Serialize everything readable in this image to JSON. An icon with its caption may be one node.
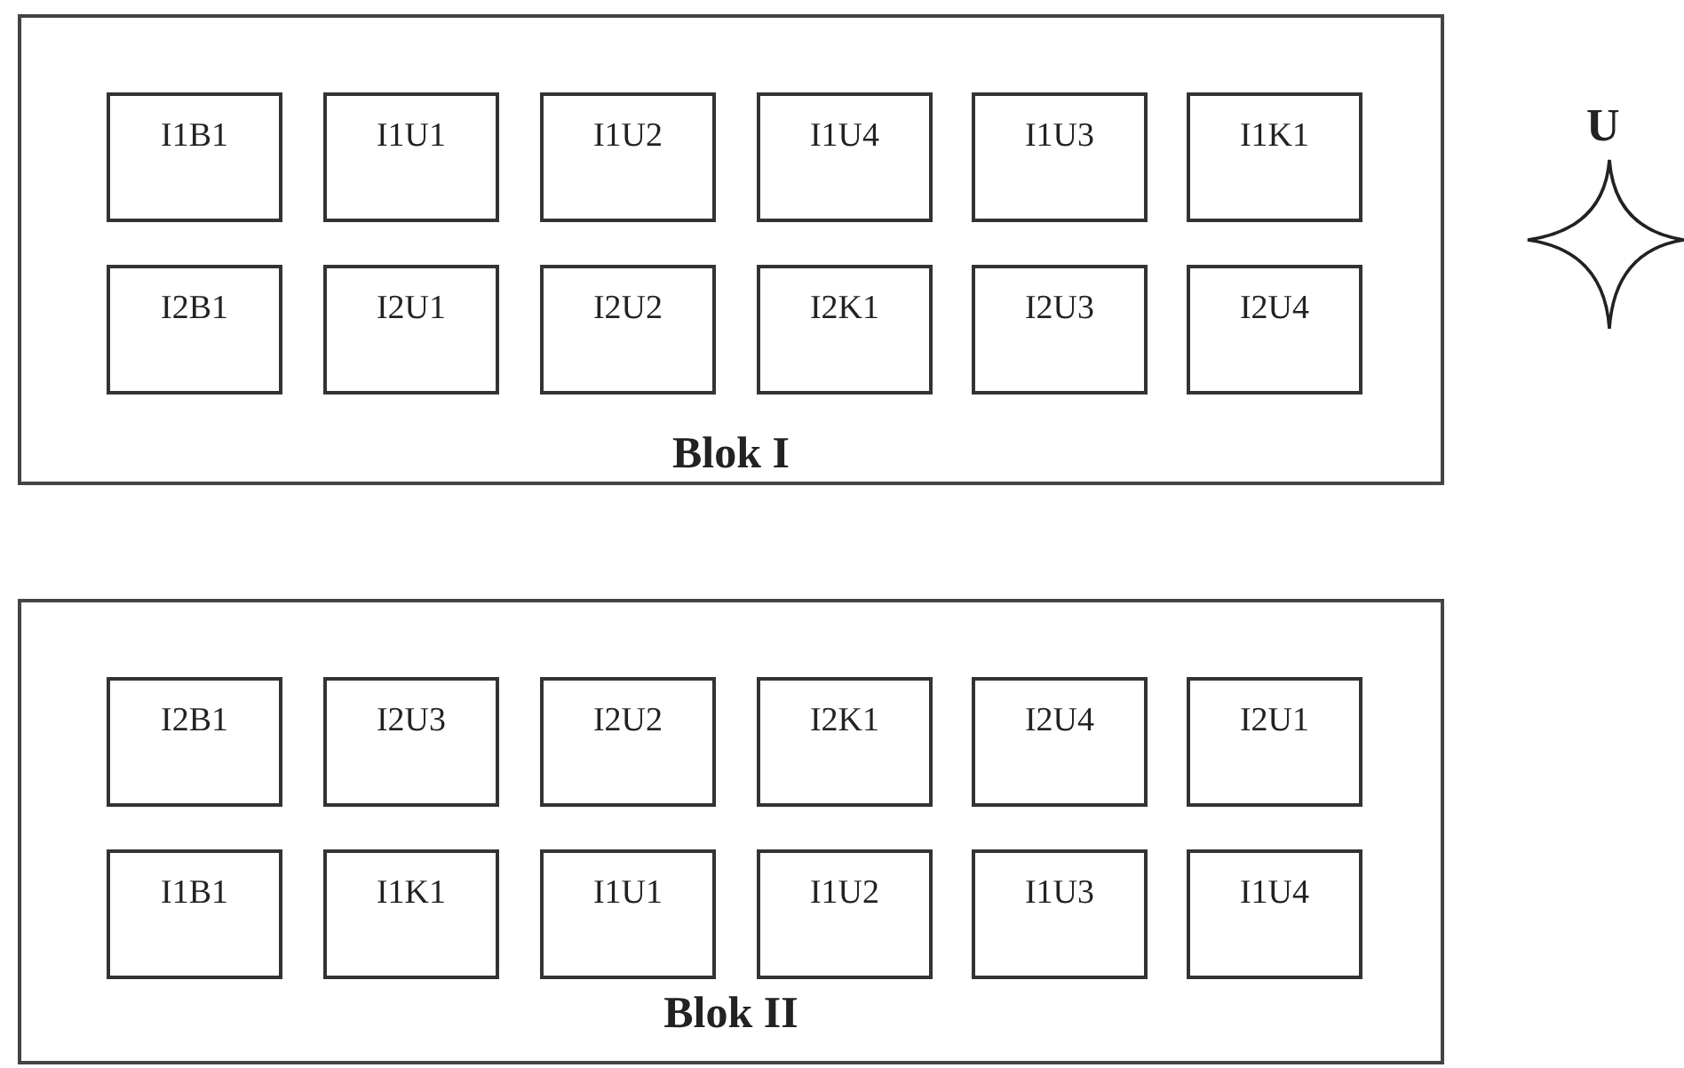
{
  "diagram": {
    "nodes": [
      {
        "text": [
          "Blok I"
        ]
      },
      {
        "text": [
          "I1B1"
        ],
        "in": 0
      },
      {
        "text": [
          "I1U1"
        ],
        "in": 0
      },
      {
        "text": [
          "I1U2"
        ],
        "in": 0
      },
      {
        "text": [
          "I1U4"
        ],
        "in": 0
      },
      {
        "text": [
          "I1U3"
        ],
        "in": 0
      },
      {
        "text": [
          "I1K1"
        ],
        "in": 0
      },
      {
        "text": [
          "I2B1"
        ],
        "in": 0
      },
      {
        "text": [
          "I2U1"
        ],
        "in": 0
      },
      {
        "text": [
          "I2U2"
        ],
        "in": 0
      },
      {
        "text": [
          "I2K1"
        ],
        "in": 0
      },
      {
        "text": [
          "I2U3"
        ],
        "in": 0
      },
      {
        "text": [
          "I2U4"
        ],
        "in": 0
      },
      {
        "text": [
          "Blok II"
        ]
      },
      {
        "text": [
          "I2B1"
        ],
        "in": 13
      },
      {
        "text": [
          "I2U3"
        ],
        "in": 13
      },
      {
        "text": [
          "I2U2"
        ],
        "in": 13
      },
      {
        "text": [
          "I2K1"
        ],
        "in": 13
      },
      {
        "text": [
          "I2U4"
        ],
        "in": 13
      },
      {
        "text": [
          "I2U1"
        ],
        "in": 13
      },
      {
        "text": [
          "I1B1"
        ],
        "in": 13
      },
      {
        "text": [
          "I1K1"
        ],
        "in": 13
      },
      {
        "text": [
          "I1U1"
        ],
        "in": 13
      },
      {
        "text": [
          "I1U2"
        ],
        "in": 13
      },
      {
        "text": [
          "I1U3"
        ],
        "in": 13
      },
      {
        "text": [
          "I1U4"
        ],
        "in": 13
      }
    ],
    "labels": [
      "U"
    ]
  }
}
